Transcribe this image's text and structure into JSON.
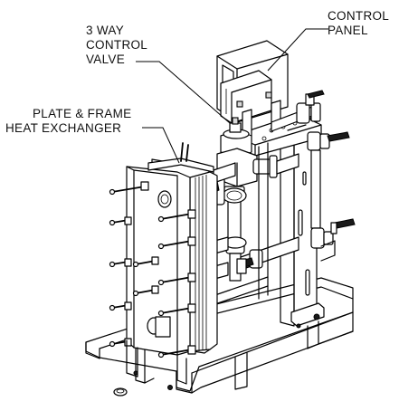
{
  "labels": {
    "control_panel": [
      "CONTROL",
      "PANEL"
    ],
    "control_valve": [
      "3 WAY",
      "CONTROL",
      "VALVE"
    ],
    "heat_exchanger": [
      "PLATE & FRAME",
      "HEAT EXCHANGER"
    ]
  }
}
